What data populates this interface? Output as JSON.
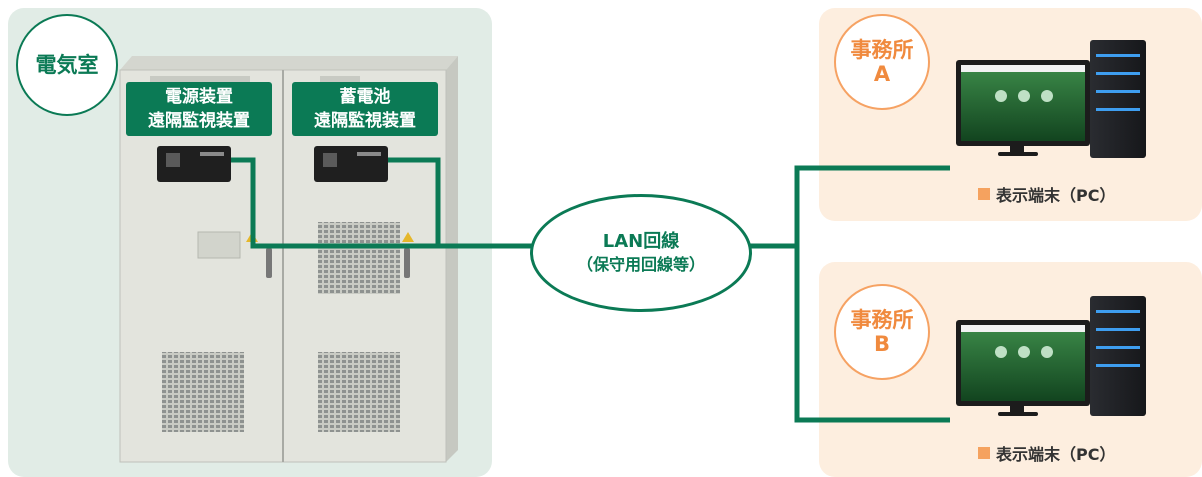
{
  "electric_room": {
    "title": "電気室"
  },
  "power_device": {
    "line1": "電源装置",
    "line2": "遠隔監視装置"
  },
  "battery_device": {
    "line1": "蓄電池",
    "line2": "遠隔監視装置"
  },
  "lan": {
    "line1": "LAN回線",
    "line2": "（保守用回線等）"
  },
  "office_a": {
    "line1": "事務所",
    "line2": "A",
    "terminal": "表示端末（PC）"
  },
  "office_b": {
    "line1": "事務所",
    "line2": "B",
    "terminal": "表示端末（PC）"
  },
  "colors": {
    "green": "#0b7a55",
    "room_bg": "#e1ece6",
    "office_bg": "#fdeedf",
    "office_accent": "#f08a3e",
    "cabinet": "#e2e3dc"
  },
  "icons": [
    "cabinet",
    "monitor-icon",
    "pc-tower-icon"
  ]
}
